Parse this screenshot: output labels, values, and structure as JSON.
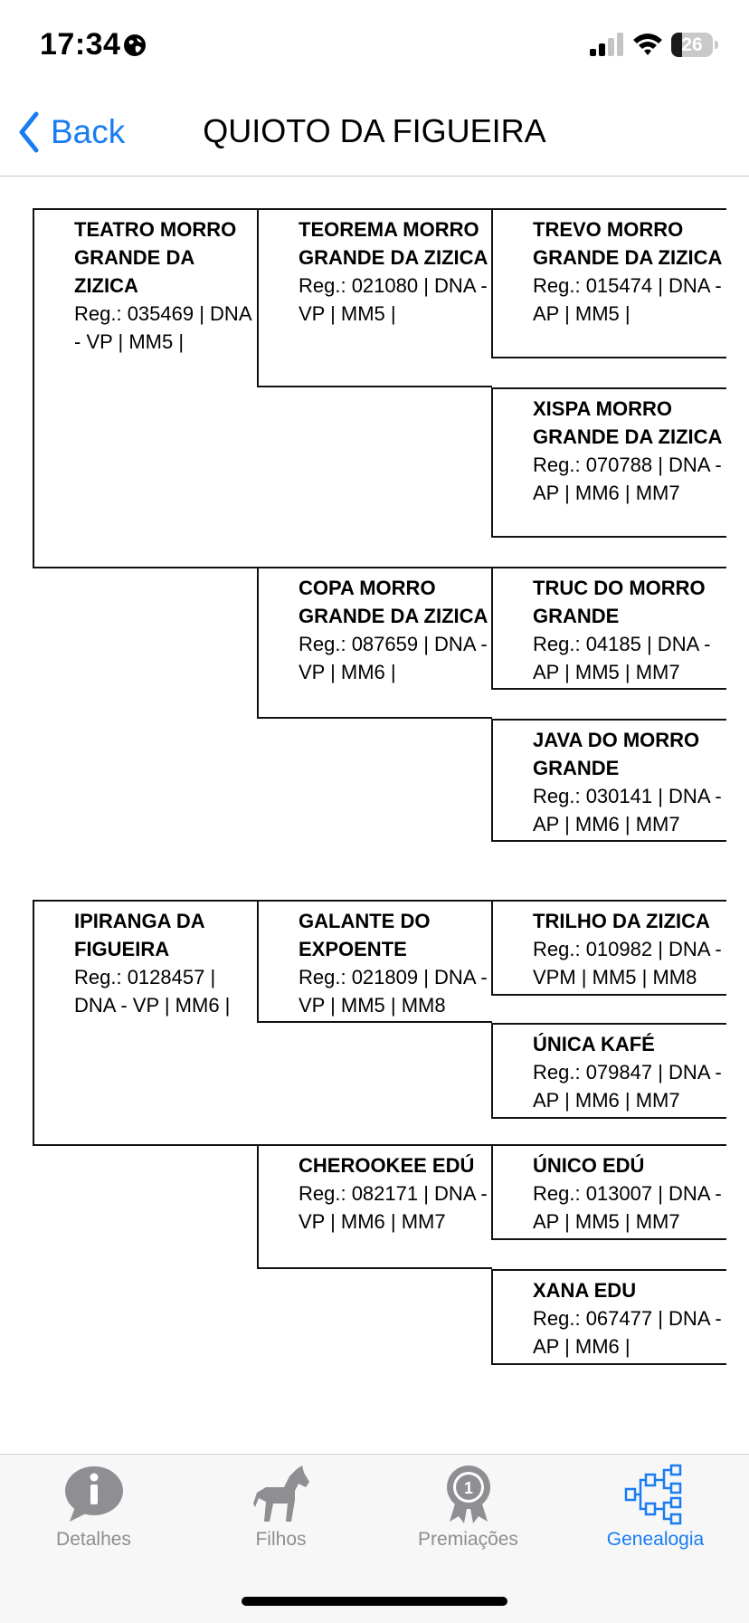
{
  "status_bar": {
    "time": "17:34",
    "battery": "26",
    "battery_level": 0.26
  },
  "nav": {
    "back_label": "Back",
    "title": "QUIOTO DA FIGUEIRA"
  },
  "pedigree": {
    "sire": {
      "name": "TEATRO MORRO GRANDE DA ZIZICA",
      "reg": "Reg.: 035469 | DNA - VP | MM5 |"
    },
    "sire_sire": {
      "name": "TEOREMA MORRO GRANDE DA ZIZICA",
      "reg": "Reg.: 021080 | DNA - VP | MM5 |"
    },
    "sire_sire_sire": {
      "name": "TREVO MORRO GRANDE DA ZIZICA",
      "reg": "Reg.: 015474 | DNA - AP | MM5 |"
    },
    "sire_sire_dam": {
      "name": "XISPA MORRO GRANDE DA ZIZICA",
      "reg": "Reg.: 070788 | DNA - AP | MM6 | MM7"
    },
    "sire_dam": {
      "name": "COPA MORRO GRANDE DA ZIZICA",
      "reg": "Reg.: 087659 | DNA - VP | MM6 |"
    },
    "sire_dam_sire": {
      "name": "TRUC DO MORRO GRANDE",
      "reg": "Reg.: 04185 | DNA - AP | MM5 | MM7"
    },
    "sire_dam_dam": {
      "name": "JAVA DO MORRO GRANDE",
      "reg": "Reg.: 030141 | DNA - AP | MM6 | MM7"
    },
    "dam": {
      "name": "IPIRANGA DA FIGUEIRA",
      "reg": "Reg.: 0128457 | DNA - VP | MM6 |"
    },
    "dam_sire": {
      "name": "GALANTE DO EXPOENTE",
      "reg": "Reg.: 021809 | DNA - VP | MM5 | MM8"
    },
    "dam_sire_sire": {
      "name": "TRILHO DA ZIZICA",
      "reg": "Reg.: 010982 | DNA - VPM | MM5 | MM8"
    },
    "dam_sire_dam": {
      "name": "ÚNICA KAFÉ",
      "reg": "Reg.: 079847 | DNA - AP | MM6 | MM7"
    },
    "dam_dam": {
      "name": "CHEROOKEE EDÚ",
      "reg": "Reg.: 082171 | DNA - VP | MM6 | MM7"
    },
    "dam_dam_sire": {
      "name": "ÚNICO EDÚ",
      "reg": "Reg.: 013007 | DNA - AP | MM5 | MM7"
    },
    "dam_dam_dam": {
      "name": "XANA EDU",
      "reg": "Reg.: 067477 | DNA - AP | MM6 |"
    }
  },
  "tabs": [
    {
      "label": "Detalhes",
      "icon": "info-bubble-icon"
    },
    {
      "label": "Filhos",
      "icon": "horse-icon"
    },
    {
      "label": "Premiações",
      "icon": "award-medal-icon"
    },
    {
      "label": "Genealogia",
      "icon": "family-tree-icon"
    }
  ],
  "active_tab": "Genealogia",
  "colors": {
    "accent": "#1a7cf3",
    "inactive": "#8e8e93",
    "line": "#111111"
  }
}
